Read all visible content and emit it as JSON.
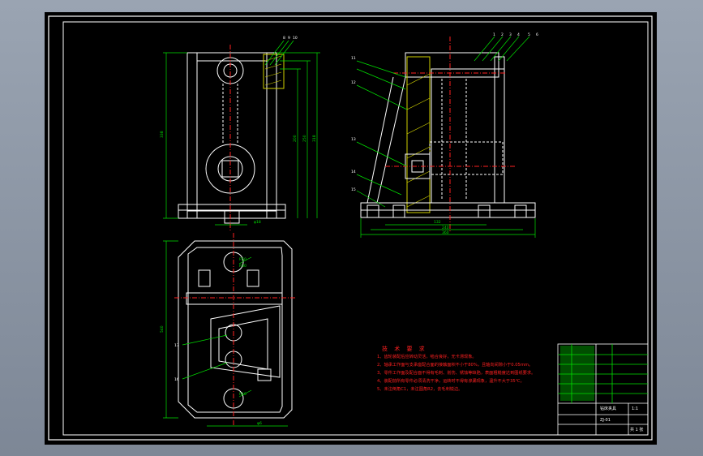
{
  "tech_notes": {
    "title": "技 术 要 求",
    "items": [
      "1、齿轮装配后应转动灵活，啮合良好，无卡滞现象。",
      "2、轴承工作面与支承座配合面的接触面积不小于80%，且轴向间隙小于0.05mm。",
      "3、零件工作面及配合面不得有毛刺、划伤、锈蚀等缺陷，表面粗糙度达到图纸要求。",
      "4、装配前所有零件必须清洗干净，运转时不得有渗漏现象，温升不大于35℃。",
      "5、未注倒角C1，未注圆角R2，去毛刺锐边。"
    ]
  },
  "dimensions": {
    "front_height": "338",
    "front_right_1": "200",
    "front_right_2": "250",
    "front_right_3": "318",
    "front_bottom": "φ18",
    "side_w1": "132",
    "side_w2": "240",
    "side_w3": "360",
    "plan_height": "540",
    "plan_bottom": "φ6",
    "plan_r1": "R50",
    "plan_r2": "R30",
    "plan_r3": "R10"
  },
  "callouts": {
    "front_top": [
      "8",
      "9",
      "10"
    ],
    "side_left": [
      "11",
      "12",
      "13",
      "14",
      "15"
    ],
    "side_top": [
      "1",
      "2",
      "3",
      "4",
      "5",
      "6"
    ],
    "plan_left": [
      "17",
      "16"
    ]
  },
  "title_block": {
    "name": "钻床夹具",
    "drawing_no": "ZJ-01",
    "scale": "1:1",
    "sheet": "共 1 张"
  },
  "colors": {
    "outline": "#ffffff",
    "dimension": "#00e000",
    "center_line": "#ff2020",
    "annotation": "#ff2020",
    "hatch": "#d0d000"
  }
}
